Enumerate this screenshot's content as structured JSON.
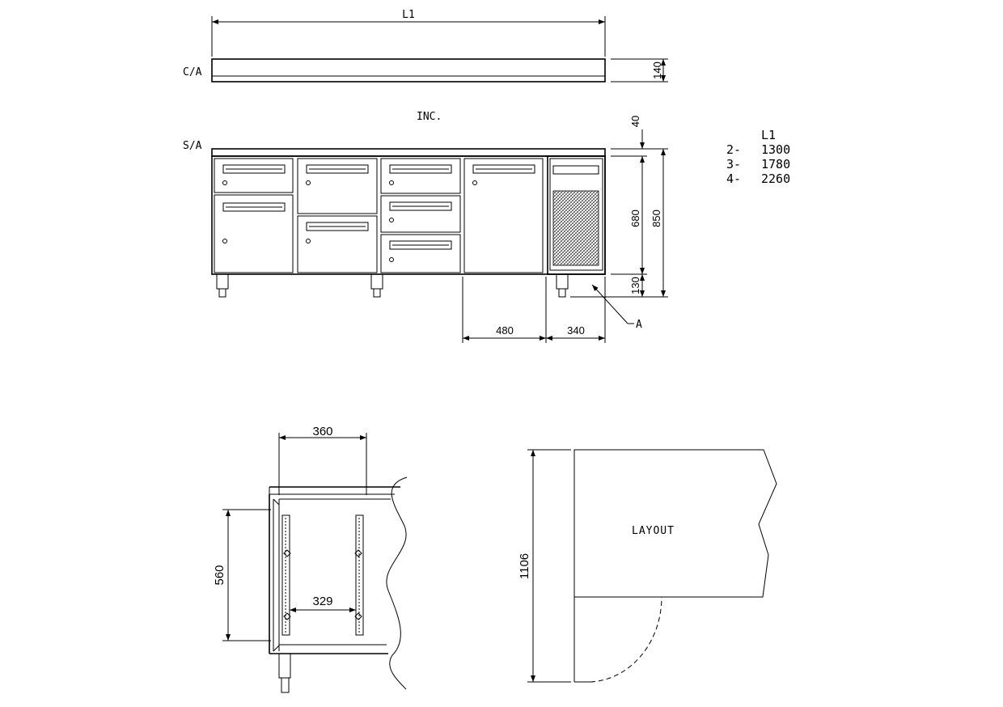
{
  "top_view": {
    "width_label": "L1",
    "section_label": "C/A",
    "height_dim": "140"
  },
  "front_view": {
    "section_label": "S/A",
    "inc_label": "INC.",
    "dims": {
      "top": "40",
      "body": "680",
      "total": "850",
      "legs": "130",
      "door_width": "480",
      "unit_width": "340"
    },
    "callout": "A"
  },
  "length_table": {
    "header": "L1",
    "rows": [
      {
        "code": "2-",
        "value": "1300"
      },
      {
        "code": "3-",
        "value": "1780"
      },
      {
        "code": "4-",
        "value": "2260"
      }
    ]
  },
  "detail_view": {
    "dim_top": "360",
    "dim_height": "560",
    "dim_inner": "329"
  },
  "layout_view": {
    "label": "LAYOUT",
    "dim_height": "1106"
  }
}
